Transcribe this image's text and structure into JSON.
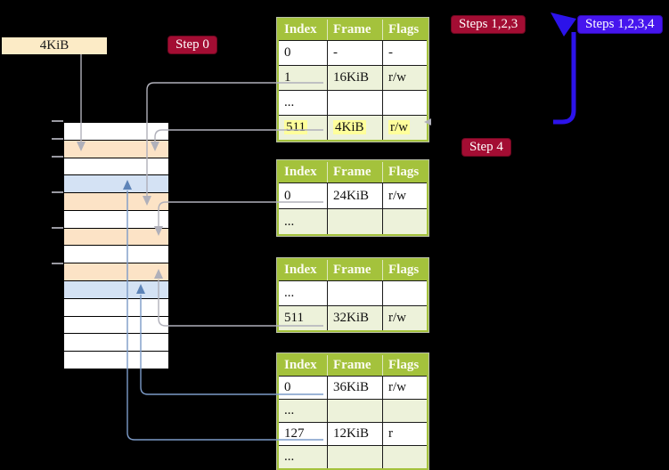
{
  "annotations": {
    "frame_size": "4KiB",
    "step0": "Step 0",
    "steps123": "Steps 1,2,3",
    "steps1234": "Steps 1,2,3,4",
    "step4": "Step 4"
  },
  "tables": [
    {
      "name": "page-table-1",
      "headers": [
        "Index",
        "Frame",
        "Flags"
      ],
      "rows": [
        {
          "cells": [
            "0",
            "-",
            "-"
          ]
        },
        {
          "cells": [
            "1",
            "16KiB",
            "r/w"
          ]
        },
        {
          "cells": [
            "...",
            "",
            ""
          ]
        },
        {
          "cells": [
            "511",
            "4KiB",
            "r/w"
          ],
          "highlight": true
        }
      ]
    },
    {
      "name": "page-table-2",
      "headers": [
        "Index",
        "Frame",
        "Flags"
      ],
      "rows": [
        {
          "cells": [
            "0",
            "24KiB",
            "r/w"
          ]
        },
        {
          "cells": [
            "...",
            "",
            ""
          ]
        }
      ]
    },
    {
      "name": "page-table-3",
      "headers": [
        "Index",
        "Frame",
        "Flags"
      ],
      "rows": [
        {
          "cells": [
            "...",
            "",
            ""
          ]
        },
        {
          "cells": [
            "511",
            "32KiB",
            "r/w"
          ]
        }
      ]
    },
    {
      "name": "page-table-4",
      "headers": [
        "Index",
        "Frame",
        "Flags"
      ],
      "rows": [
        {
          "cells": [
            "0",
            "36KiB",
            "r/w"
          ]
        },
        {
          "cells": [
            "...",
            "",
            ""
          ]
        },
        {
          "cells": [
            "127",
            "12KiB",
            "r"
          ]
        },
        {
          "cells": [
            "...",
            "",
            ""
          ]
        }
      ]
    }
  ],
  "memory": {
    "rows": [
      "free",
      "table",
      "free",
      "mapped",
      "table",
      "free",
      "table",
      "free",
      "table",
      "mapped",
      "free",
      "free",
      "free",
      "free"
    ]
  },
  "colors": {
    "background": "#000000",
    "table_header": "#a4c23c",
    "table_row_alt": "#edf2da",
    "highlight": "#ffff9b",
    "memory_table_frame": "#fce3c6",
    "memory_mapped_frame": "#d4e2f4",
    "label_red": "#a30d33",
    "label_blue": "#4615ee",
    "grey_connector": "#b0b0ba",
    "blue_connector": "#7c9bc8",
    "thick_arrow": "#2c13ea",
    "frame_size_box": "#fcebc6"
  }
}
